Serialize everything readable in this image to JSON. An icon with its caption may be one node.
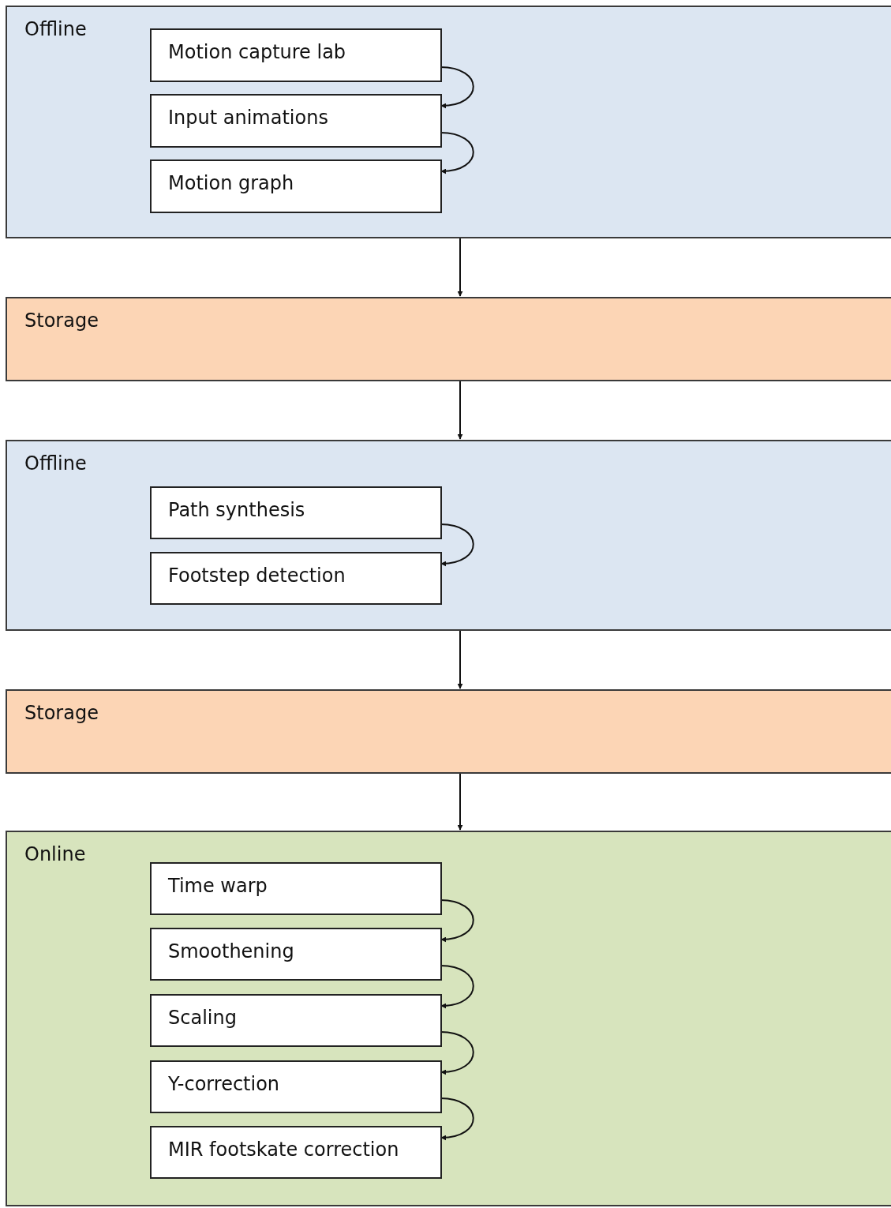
{
  "diagram": {
    "nodes": [
      {
        "text": [
          "Offline"
        ]
      },
      {
        "text": [
          "Motion capture lab"
        ],
        "in": 0
      },
      {
        "text": [
          "Input animations"
        ],
        "in": 0
      },
      {
        "text": [
          "Motion graph"
        ],
        "in": 0
      },
      {
        "text": [
          "Storage"
        ]
      },
      {
        "text": [
          "Offline"
        ]
      },
      {
        "text": [
          "Path synthesis"
        ],
        "in": 5
      },
      {
        "text": [
          "Footstep detection"
        ],
        "in": 5
      },
      {
        "text": [
          "Storage"
        ]
      },
      {
        "text": [
          "Online"
        ]
      },
      {
        "text": [
          "Time warp"
        ],
        "in": 9
      },
      {
        "text": [
          "Smoothening"
        ],
        "in": 9
      },
      {
        "text": [
          "Scaling"
        ],
        "in": 9
      },
      {
        "text": [
          "Y-correction"
        ],
        "in": 9
      },
      {
        "text": [
          "MIR footskate correction"
        ],
        "in": 9
      }
    ],
    "edges": [
      {
        "from": 1,
        "to": 2,
        "arrow": "to"
      },
      {
        "from": 2,
        "to": 3,
        "arrow": "to"
      },
      {
        "from": 0,
        "to": 4,
        "arrow": "to"
      },
      {
        "from": 4,
        "to": 5,
        "arrow": "to"
      },
      {
        "from": 6,
        "to": 7,
        "arrow": "to"
      },
      {
        "from": 5,
        "to": 8,
        "arrow": "to"
      },
      {
        "from": 8,
        "to": 9,
        "arrow": "to"
      },
      {
        "from": 10,
        "to": 11,
        "arrow": "to"
      },
      {
        "from": 11,
        "to": 12,
        "arrow": "to"
      },
      {
        "from": 12,
        "to": 13,
        "arrow": "to"
      },
      {
        "from": 13,
        "to": 14,
        "arrow": "to"
      }
    ]
  }
}
